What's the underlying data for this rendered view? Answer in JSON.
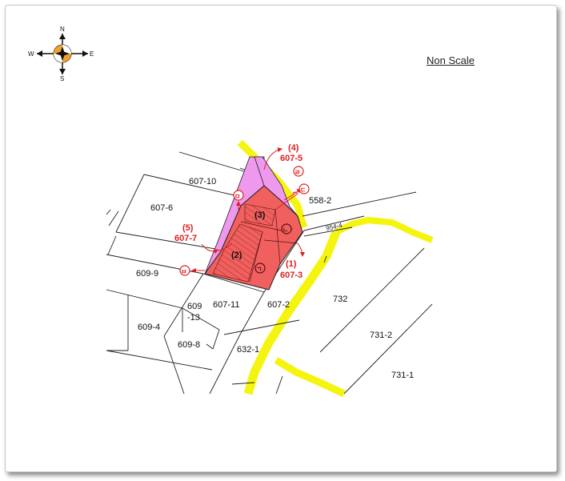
{
  "scale_note": "Non Scale",
  "compass": {
    "n": "N",
    "s": "S",
    "e": "E",
    "w": "W"
  },
  "parcels": {
    "p607_10": "607-10",
    "p607_6": "607-6",
    "p609_9": "609-9",
    "p609_13_a": "609",
    "p609_13_b": "-13",
    "p607_11": "607-11",
    "p607_2": "607-2",
    "p609_4": "609-4",
    "p609_8": "609-8",
    "p632_1": "632-1",
    "p558_2": "558-2",
    "p954_4": "954-4",
    "p732": "732",
    "p731_2": "731-2",
    "p731_1": "731-1"
  },
  "callouts": {
    "c4_num": "(4)",
    "c4_lot": "607-5",
    "c5_num": "(5)",
    "c5_lot": "607-7",
    "c1_num": "(1)",
    "c1_lot": "607-3",
    "c3": "(3)",
    "c2": "(2)"
  },
  "markers": {
    "m_a": "ㄹ",
    "m_b": "ㄷ",
    "m_c": "ㅁ",
    "m_d": "ㄴ",
    "m_e": "ㄱ",
    "m_f": "ㅂ"
  },
  "colors": {
    "site_red": "#f0605f",
    "pink": "#ee99ee",
    "road_yellow": "#f4f40e",
    "annotation_red": "#e02020"
  }
}
